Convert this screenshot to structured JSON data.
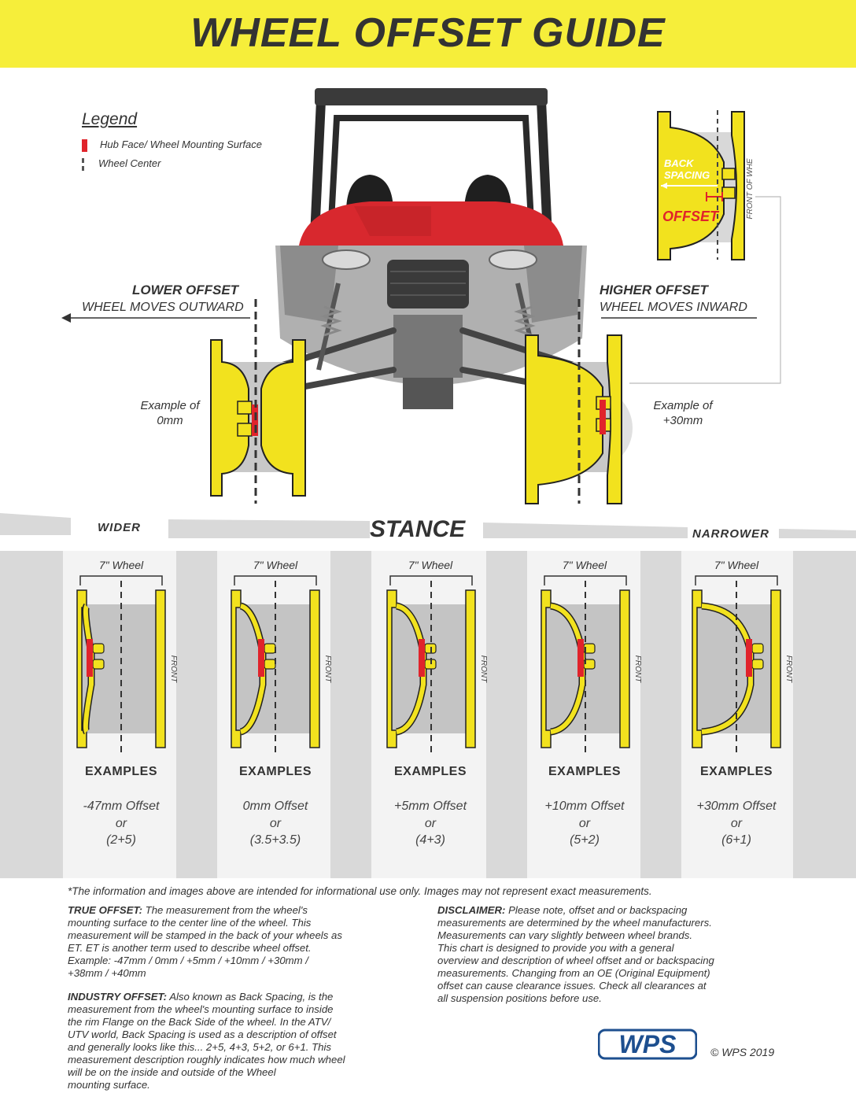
{
  "title": "WHEEL OFFSET GUIDE",
  "legend": {
    "title": "Legend",
    "items": [
      {
        "label": "Hub Face/ Wheel Mounting Surface",
        "color": "#e0232b"
      },
      {
        "label": "Wheel Center",
        "color": "#555555"
      }
    ]
  },
  "lower_offset": {
    "heading": "LOWER OFFSET",
    "sub": "WHEEL MOVES OUTWARD",
    "example_line1": "Example of",
    "example_line2": "0mm"
  },
  "higher_offset": {
    "heading": "HIGHER OFFSET",
    "sub": "WHEEL MOVES INWARD",
    "example_line1": "Example of",
    "example_line2": "+30mm"
  },
  "detail": {
    "back_spacing_line1": "BACK",
    "back_spacing_line2": "SPACING",
    "offset": "OFFSET",
    "front": "FRONT OF WHE"
  },
  "stance": {
    "title": "STANCE",
    "wider": "WIDER",
    "narrower": "NARROWER",
    "columns": [
      {
        "wheel": "7\" Wheel",
        "examples": "EXAMPLES",
        "offset": "-47mm Offset",
        "or": "or",
        "spacing": "(2+5)",
        "front": "FRONT"
      },
      {
        "wheel": "7\" Wheel",
        "examples": "EXAMPLES",
        "offset": "0mm Offset",
        "or": "or",
        "spacing": "(3.5+3.5)",
        "front": "FRONT"
      },
      {
        "wheel": "7\" Wheel",
        "examples": "EXAMPLES",
        "offset": "+5mm Offset",
        "or": "or",
        "spacing": "(4+3)",
        "front": "FRONT"
      },
      {
        "wheel": "7\" Wheel",
        "examples": "EXAMPLES",
        "offset": "+10mm Offset",
        "or": "or",
        "spacing": "(5+2)",
        "front": "FRONT"
      },
      {
        "wheel": "7\" Wheel",
        "examples": "EXAMPLES",
        "offset": "+30mm Offset",
        "or": "or",
        "spacing": "(6+1)",
        "front": "FRONT"
      }
    ]
  },
  "footnote": "*The information and images above are intended for informational use only. Images may not represent exact measurements.",
  "true_offset": {
    "label": "TRUE OFFSET:",
    "lines": [
      " The measurement from the wheel's",
      "mounting surface to the center line of the wheel. This",
      "measurement will be stamped in the back of your wheels as",
      "ET. ET is another term used to describe wheel offset.",
      "Example: -47mm / 0mm / +5mm / +10mm / +30mm /",
      "+38mm / +40mm"
    ]
  },
  "industry_offset": {
    "label": "INDUSTRY OFFSET:",
    "lines": [
      " Also known as Back Spacing, is the",
      "measurement from the wheel's mounting surface to inside",
      "the rim Flange on the Back Side of the wheel. In the ATV/",
      "UTV world, Back Spacing is used as a description of offset",
      "and generally looks like this... 2+5, 4+3, 5+2, or 6+1. This",
      "measurement description roughly indicates how much wheel",
      "will be on the inside and outside of the Wheel",
      "mounting surface."
    ]
  },
  "disclaimer": {
    "label": "DISCLAIMER:",
    "lines": [
      " Please note, offset and or backspacing",
      "measurements are determined by the wheel manufacturers.",
      "Measurements can vary slightly between wheel brands.",
      "This chart is designed to provide you with a general",
      "overview and description of wheel offset and or backspacing",
      "measurements. Changing from an OE (Original Equipment)",
      "offset can cause clearance issues. Check all clearances at",
      "all suspension positions before use."
    ]
  },
  "logo_text": "WPS",
  "copyright": "© WPS 2019",
  "colors": {
    "yellow": "#f6ee3a",
    "wheel_yellow": "#f2e21e",
    "red": "#e0232b",
    "band_gray": "#d9d9d9",
    "logo_blue": "#1d4f8f"
  }
}
